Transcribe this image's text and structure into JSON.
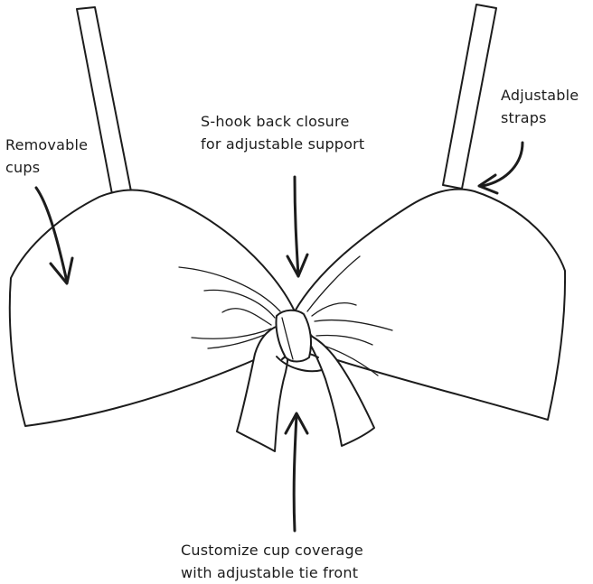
{
  "labels": {
    "removable_cups": [
      "Removable",
      "cups"
    ],
    "adjustable_straps": [
      "Adjustable",
      "straps"
    ],
    "back_closure": [
      "S-hook back closure",
      "for adjustable support"
    ],
    "tie_front": [
      "Customize cup coverage",
      "with adjustable tie front"
    ]
  },
  "colors": {
    "line": "#1c1c1c",
    "background": "#ffffff"
  }
}
